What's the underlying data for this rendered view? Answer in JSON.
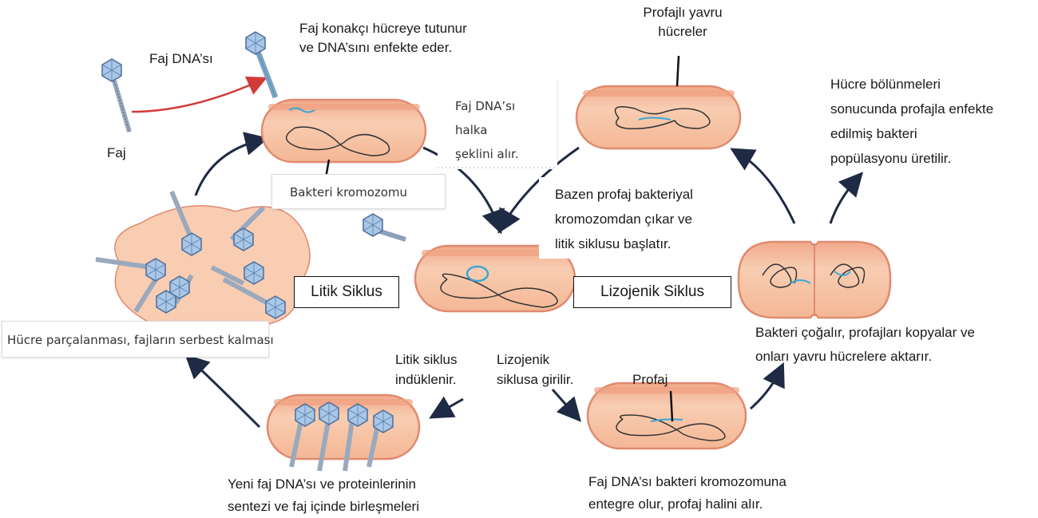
{
  "labels": {
    "faj_dna": "Faj DNA’sı",
    "attach": "Faj konakçı hücreye tutunur\nve DNA’sını enfekte eder.",
    "faj": "Faj",
    "ring": "Faj DNA’sı\nhalka\nşeklini alır.",
    "bakteri_kromozomu": "Bakteri kromozomu",
    "profajli_yavru": "Profajlı yavru\nhücreler",
    "hucre_bolunmeleri": "Hücre bölünmeleri\nsonucunda profajla enfekte\nedilmiş bakteri\npopülasyonu üretilir.",
    "bazen_profaj": "Bazen profaj bakteriyal\nkromozomdan çıkar ve\nlitik siklusu başlatır.",
    "litik_siklus": "Litik Siklus",
    "lizojenik_siklus": "Lizojenik Siklus",
    "lysis": "Hücre parçalanması, fajların serbest kalması",
    "bakteri_cogalir": "Bakteri çoğalır, profajları kopyalar ve\nonları yavru hücrelere aktarır.",
    "litik_induklenir": "Litik siklus\nindüklenir.",
    "lizojenik_girilir": "Lizojenik\nsiklusa girilir.",
    "profaj": "Profaj",
    "yeni_faj": "Yeni faj DNA’sı ve proteinlerinin\nsentezi ve faj içinde birleşmeleri",
    "entegre": "Faj DNA’sı bakteri kromozomuna\nentegre olur, profaj halini alır."
  },
  "colors": {
    "cell_fill": "#f6c1a0",
    "cell_edge": "#e08a70",
    "phage_dna": "#3aa6d6",
    "arrow": "#1f2a44",
    "red_arrow": "#d23a3a"
  }
}
